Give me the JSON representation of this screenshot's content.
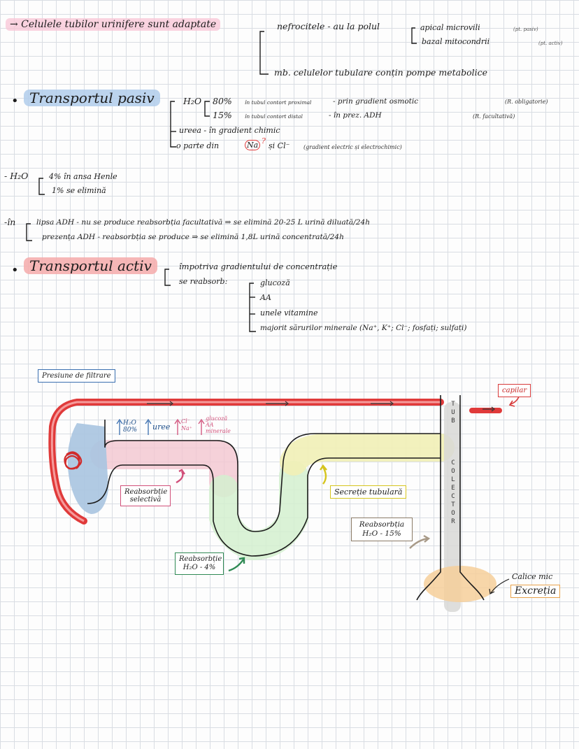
{
  "notes": {
    "line1": {
      "lead": "→ Celulele tubilor urinifere sunt adaptate",
      "a1": "nefrocitele - au la polul",
      "a1_top": "apical microvili",
      "a1_top_note": "(pt. pasiv)",
      "a1_bot": "bazal mitocondrii",
      "a1_bot_note": "(pt. activ)",
      "a2": "mb. celulelor tubulare conțin pompe metabolice"
    },
    "pasiv": {
      "title": "Transportul pasiv",
      "h2o": "H₂O",
      "p80": "80%",
      "p80_text": "în tubul contort proximal",
      "p80_b": "- prin gradient osmotic",
      "p80_note": "(R. obligatorie)",
      "p15": "15%",
      "p15_text": "în tubul contort distal",
      "p15_b": "- în prez. ADH",
      "p15_note": "(R. facultativă)",
      "uree": "ureea - în gradient chimic",
      "na_a": "o parte din",
      "na": "Na",
      "na_q": "?",
      "na_b": "și Cl⁻",
      "na_note": "(gradient electric și electrochimic)"
    },
    "h2o_block": {
      "lead": "- H₂O",
      "l1": "4% în ansa Henle",
      "l2": "1% se elimină"
    },
    "in_block": {
      "lead": "-în",
      "l1": "lipsa ADH - nu se produce reabsorbția facultativă ⇒ se elimină 20-25 L urină diluată/24h",
      "l2": "prezența ADH - reabsorbția se produce ⇒ se elimină 1,8L urină concentrată/24h"
    },
    "activ": {
      "title": "Transportul activ",
      "l1": "împotriva gradientului de concentrație",
      "l2": "se reabsorb:",
      "items": [
        "glucoză",
        "AA",
        "unele vitamine",
        "majorit sărurilor minerale (Na⁺, K⁺; Cl⁻; fosfați; sulfați)"
      ]
    }
  },
  "diagram": {
    "presiune": "Presiune de filtrare",
    "capilar": "capilar",
    "h2o80": "H₂O 80%",
    "uree": "uree",
    "clna": "Cl⁻ Na⁺",
    "gluc": "glucoză AA minerale",
    "reab_sel": "Reabsorbție selectivă",
    "secretie": "Secreție tubulară",
    "reab15": "Reabsorbția H₂O - 15%",
    "reab4": "Reabsorbție H₂O - 4%",
    "tub": [
      "T",
      "U",
      "B"
    ],
    "colector": [
      "C",
      "O",
      "L",
      "E",
      "C",
      "T",
      "O",
      "R"
    ],
    "calice": "Calice mic",
    "excretie": "Excreția"
  },
  "colors": {
    "blood": "#e03a3a",
    "tubule_pink": "#f2c6d0",
    "tubule_green": "#d3f0cf",
    "tubule_yellow": "#f1f0b6",
    "bowman_blue": "#a9c4e0",
    "collector_gray": "#d8d8d6",
    "calyx_orange": "#f6cf9a"
  }
}
